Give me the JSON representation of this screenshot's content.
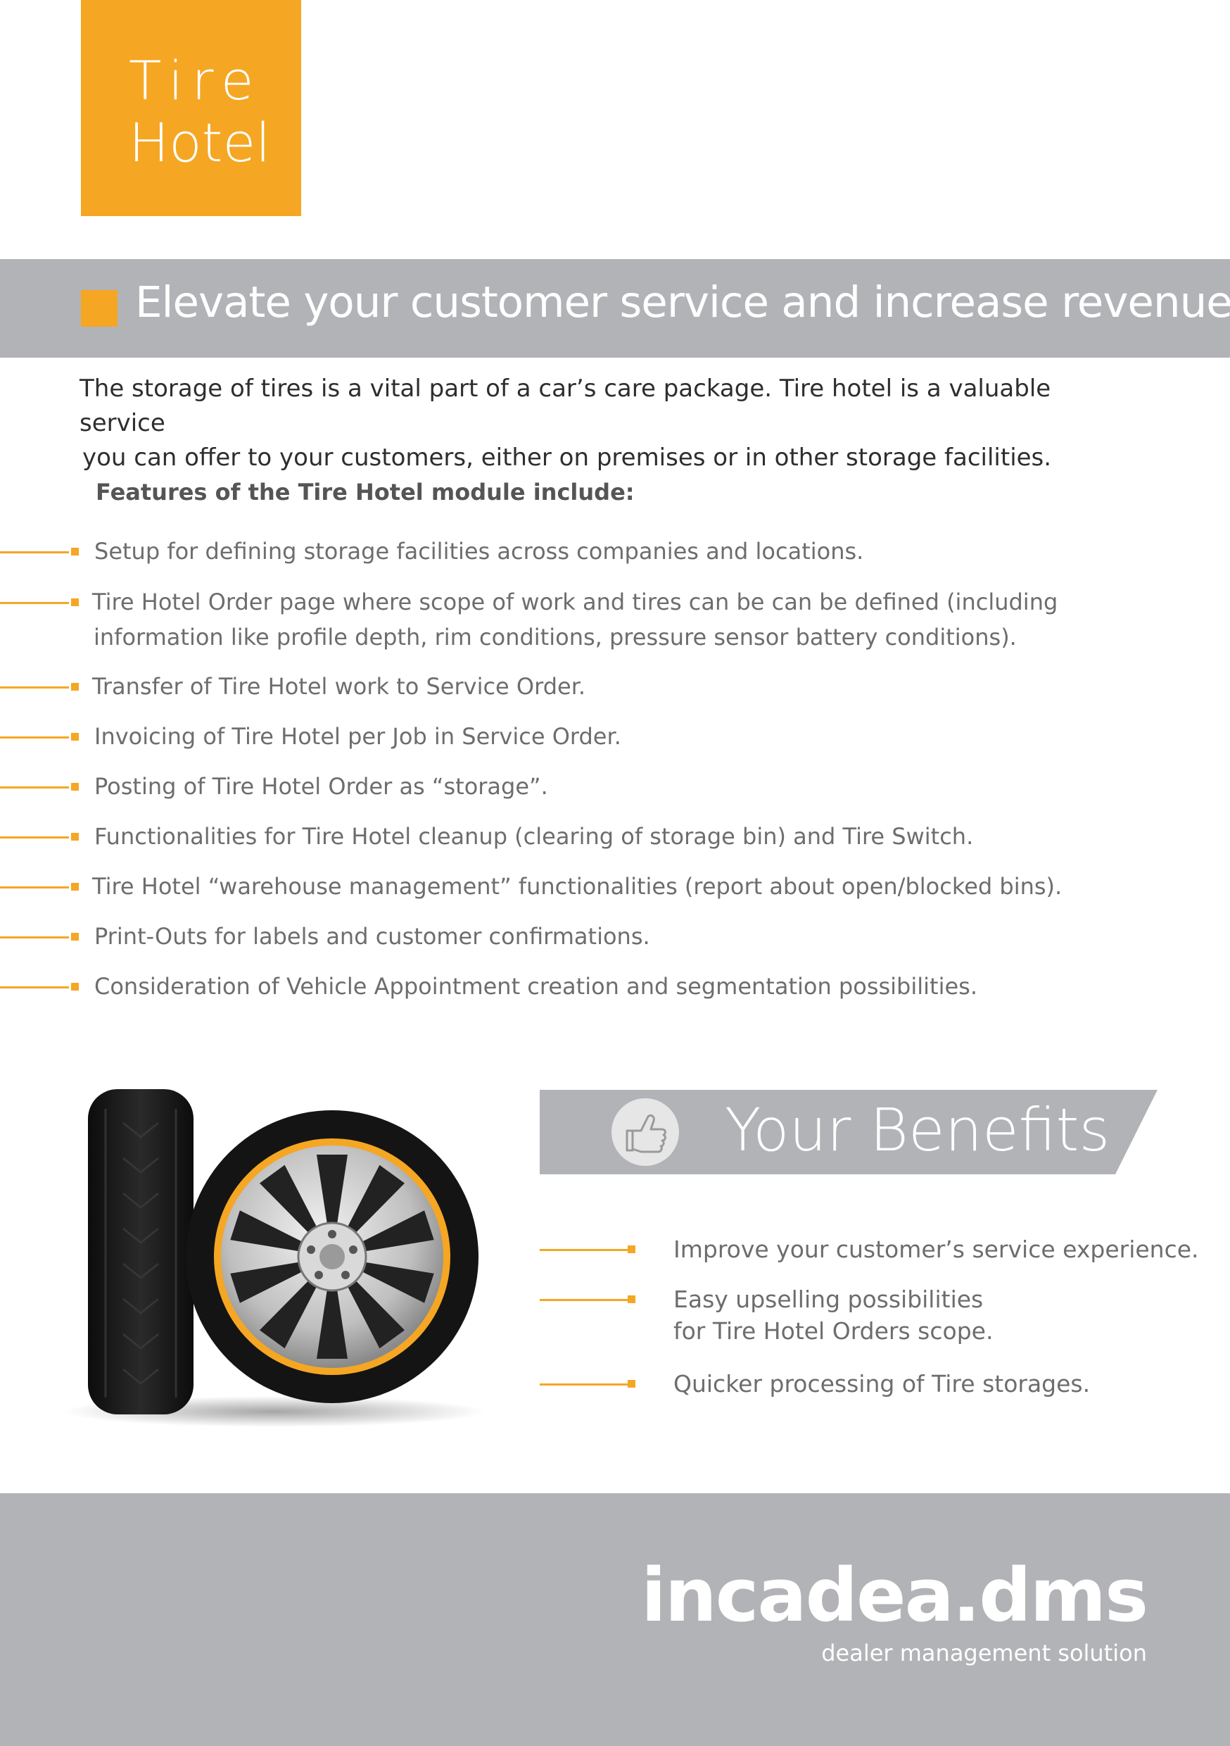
{
  "title": {
    "line1": "Tire",
    "line2": "Hotel"
  },
  "headline": "Elevate your customer service and increase revenue",
  "intro": {
    "line1": "The storage of tires is a vital part of a car’s care package. Tire hotel is a valuable service",
    "line2": "you can offer to your customers, either on premises or in other storage facilities."
  },
  "features_title": "Features of the Tire Hotel module include:",
  "features": [
    {
      "line1": "Setup for defining storage facilities across companies and locations."
    },
    {
      "line1": "Tire Hotel Order page where scope of work and tires can be can be defined (including",
      "line2": "information like profile depth, rim conditions, pressure sensor battery conditions)."
    },
    {
      "line1": "Transfer of Tire Hotel work to Service Order."
    },
    {
      "line1": "Invoicing of Tire Hotel per Job in Service Order."
    },
    {
      "line1": "Posting of Tire Hotel Order as “storage”."
    },
    {
      "line1": "Functionalities for Tire Hotel cleanup (clearing of storage bin) and Tire Switch."
    },
    {
      "line1": "Tire Hotel “warehouse management” functionalities (report about open/blocked bins)."
    },
    {
      "line1": "Print-Outs for labels and customer confirmations."
    },
    {
      "line1": "Consideration of Vehicle Appointment creation and segmentation possibilities."
    }
  ],
  "benefits_title": "Your Benefits",
  "benefits": [
    {
      "line1": "Improve your customer’s service experience."
    },
    {
      "line1": "Easy upselling possibilities",
      "line2": "for Tire Hotel Orders scope."
    },
    {
      "line1": "Quicker processing of Tire storages."
    }
  ],
  "footer": {
    "brand": "incadea.dms",
    "tagline": "dealer management solution"
  },
  "colors": {
    "accent": "#f5a623",
    "band_gray": "#b2b3b6",
    "text": "#6d6d6d"
  },
  "icons": {
    "benefits": "thumbs-up-icon"
  }
}
